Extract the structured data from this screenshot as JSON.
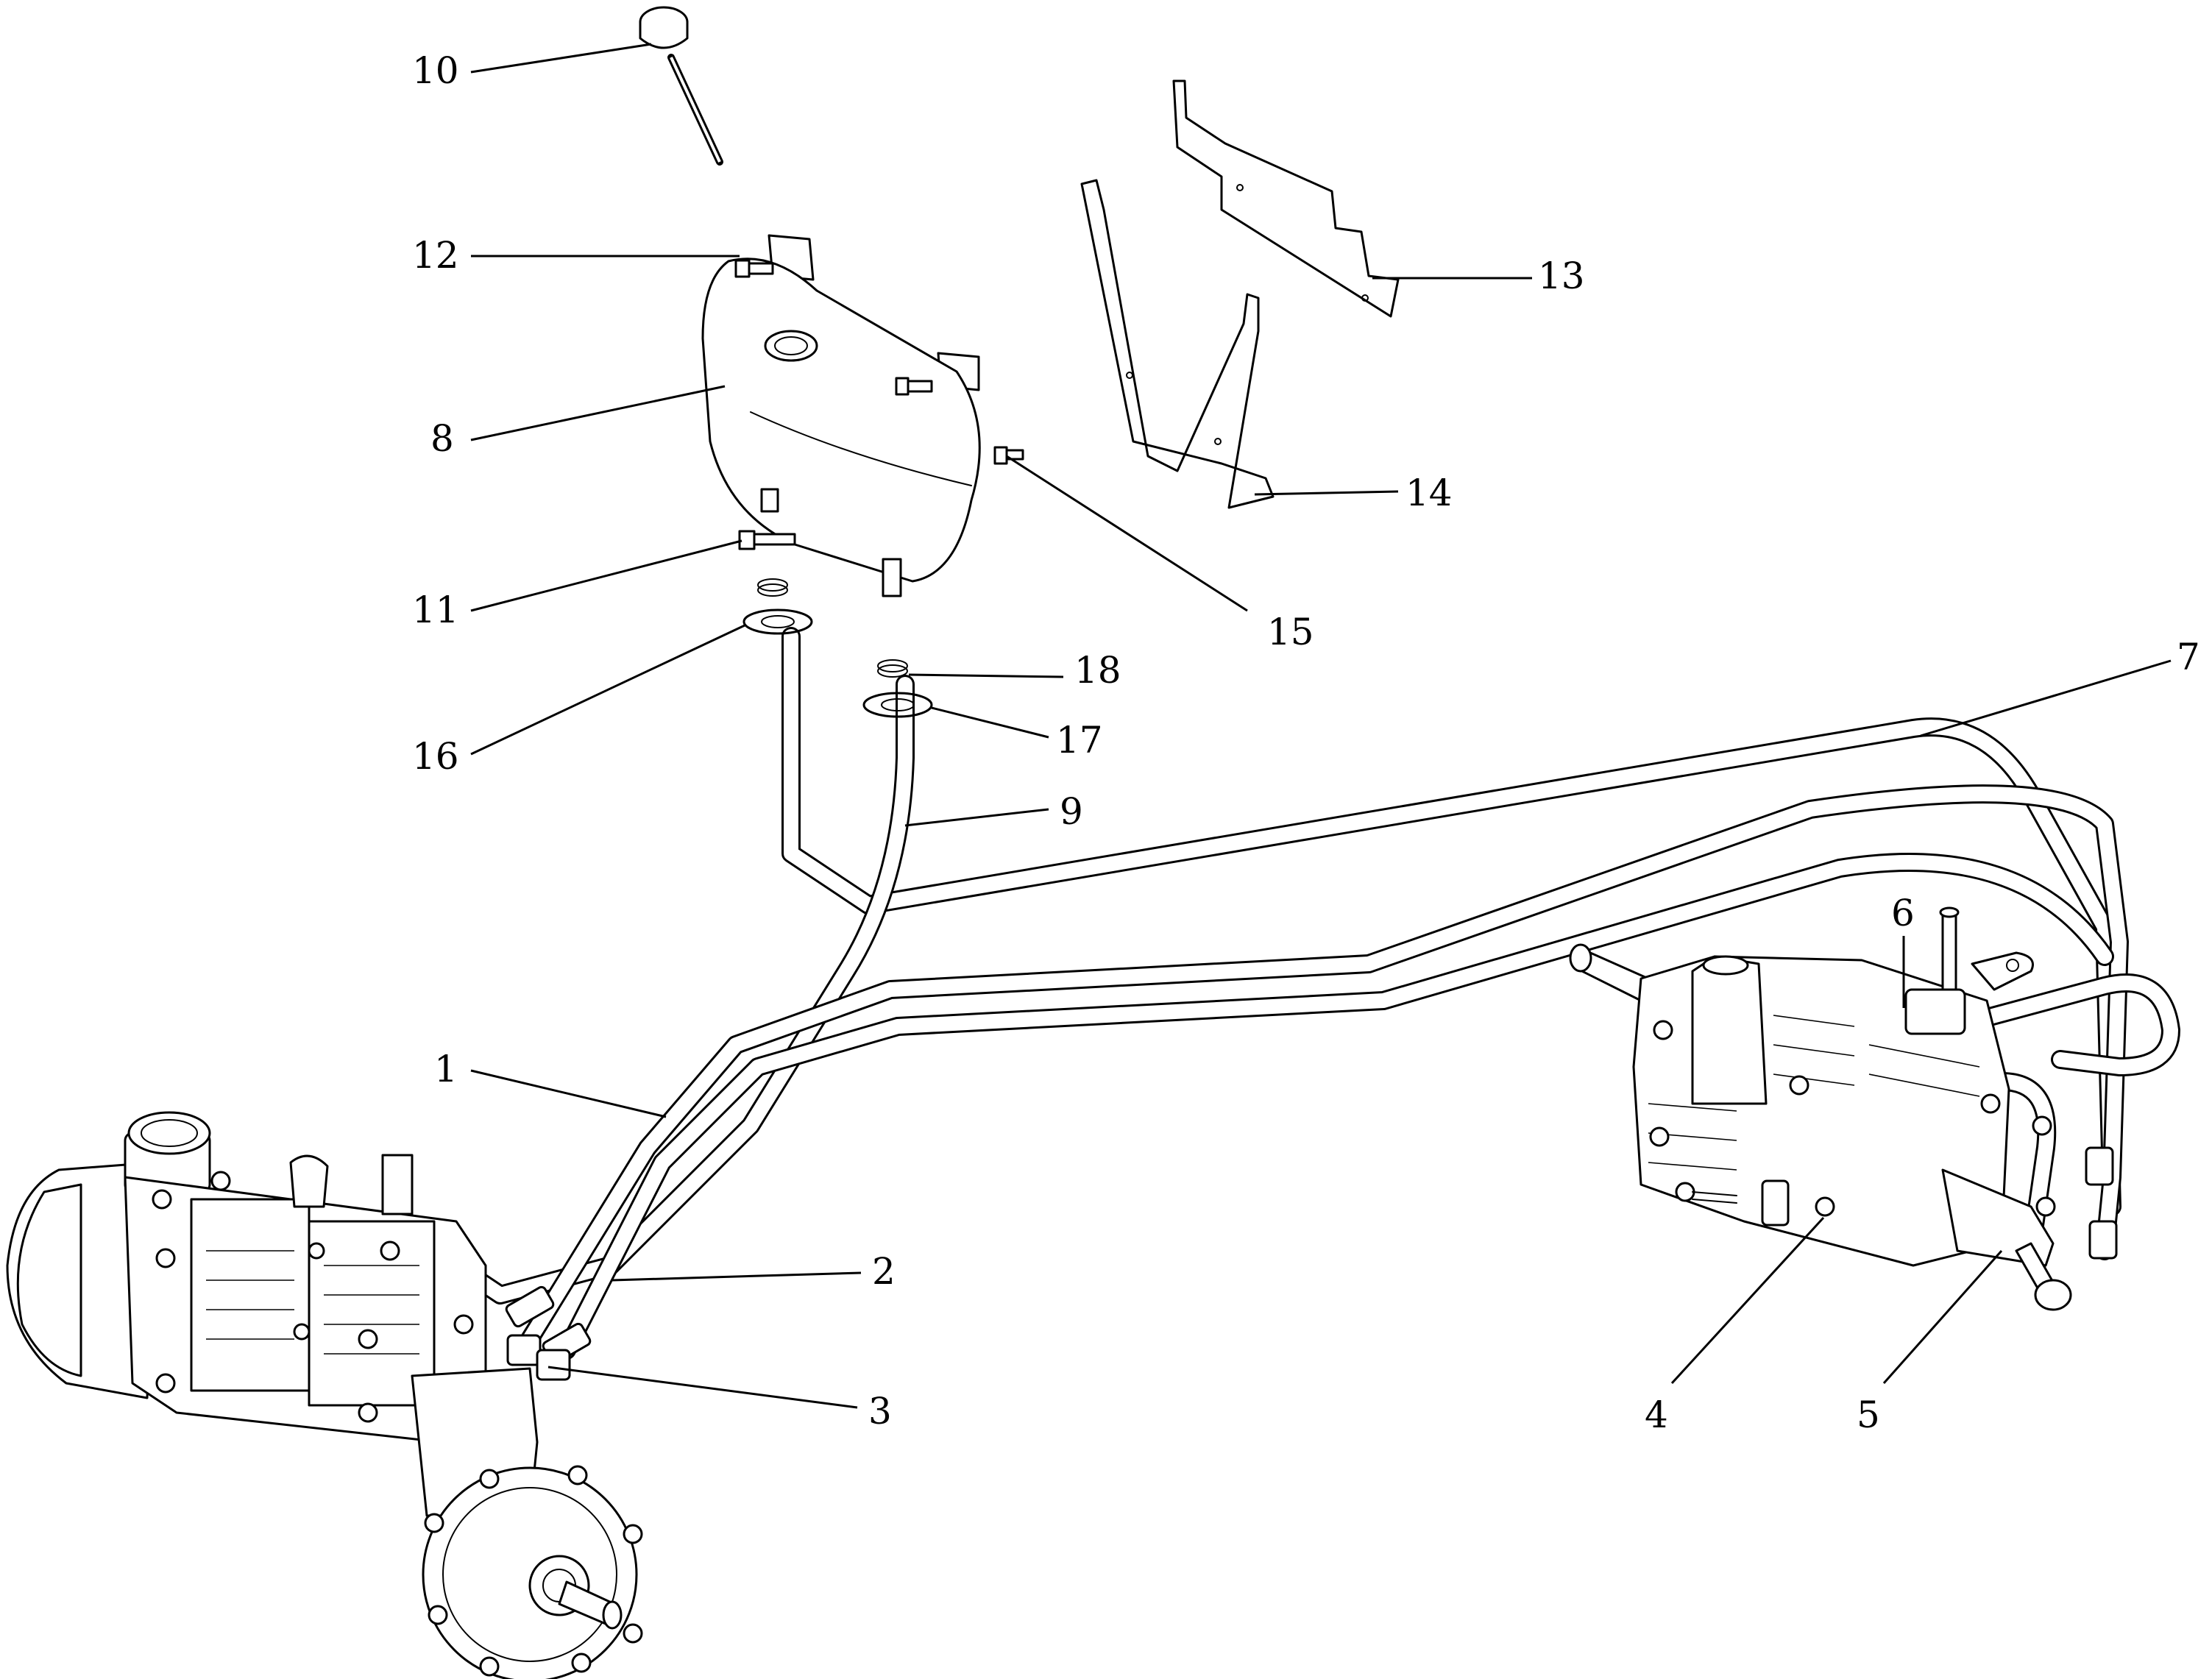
{
  "diagram": {
    "callouts": [
      {
        "id": "1",
        "label": "1"
      },
      {
        "id": "2",
        "label": "2"
      },
      {
        "id": "3",
        "label": "3"
      },
      {
        "id": "4",
        "label": "4"
      },
      {
        "id": "5",
        "label": "5"
      },
      {
        "id": "6",
        "label": "6"
      },
      {
        "id": "7",
        "label": "7"
      },
      {
        "id": "8",
        "label": "8"
      },
      {
        "id": "9",
        "label": "9"
      },
      {
        "id": "10",
        "label": "10"
      },
      {
        "id": "11",
        "label": "11"
      },
      {
        "id": "12",
        "label": "12"
      },
      {
        "id": "13",
        "label": "13"
      },
      {
        "id": "14",
        "label": "14"
      },
      {
        "id": "15",
        "label": "15"
      },
      {
        "id": "16",
        "label": "16"
      },
      {
        "id": "17",
        "label": "17"
      },
      {
        "id": "18",
        "label": "18"
      }
    ],
    "colors": {
      "line": "#000000",
      "background": "#ffffff"
    }
  }
}
